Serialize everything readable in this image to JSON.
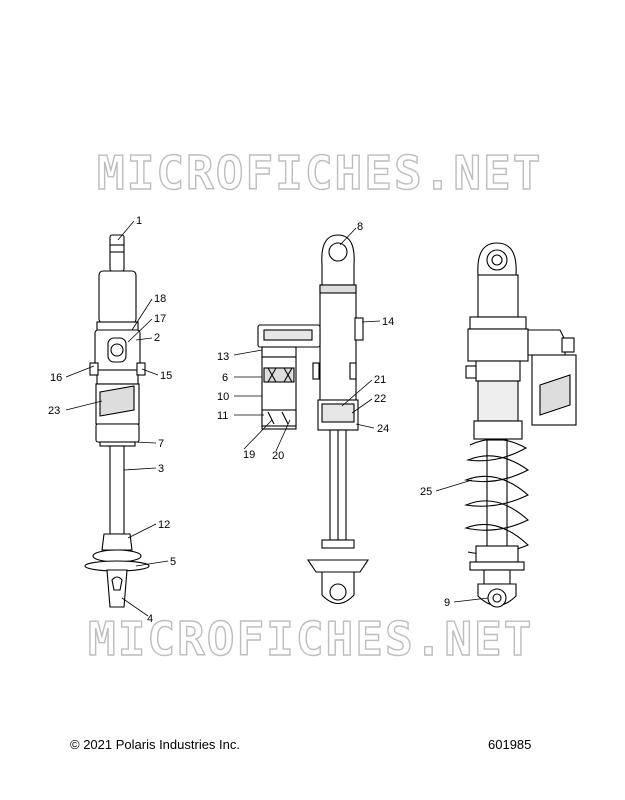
{
  "watermarks": [
    "MICROFICHES.NET",
    "MICROFICHES.NET"
  ],
  "part_labels": [
    "1",
    "18",
    "17",
    "2",
    "16",
    "15",
    "23",
    "7",
    "3",
    "12",
    "5",
    "4",
    "8",
    "14",
    "13",
    "6",
    "10",
    "11",
    "19",
    "20",
    "21",
    "22",
    "24",
    "25",
    "9"
  ],
  "footer": {
    "copyright": "© 2021 Polaris Industries Inc.",
    "diagram_number": "601985"
  }
}
